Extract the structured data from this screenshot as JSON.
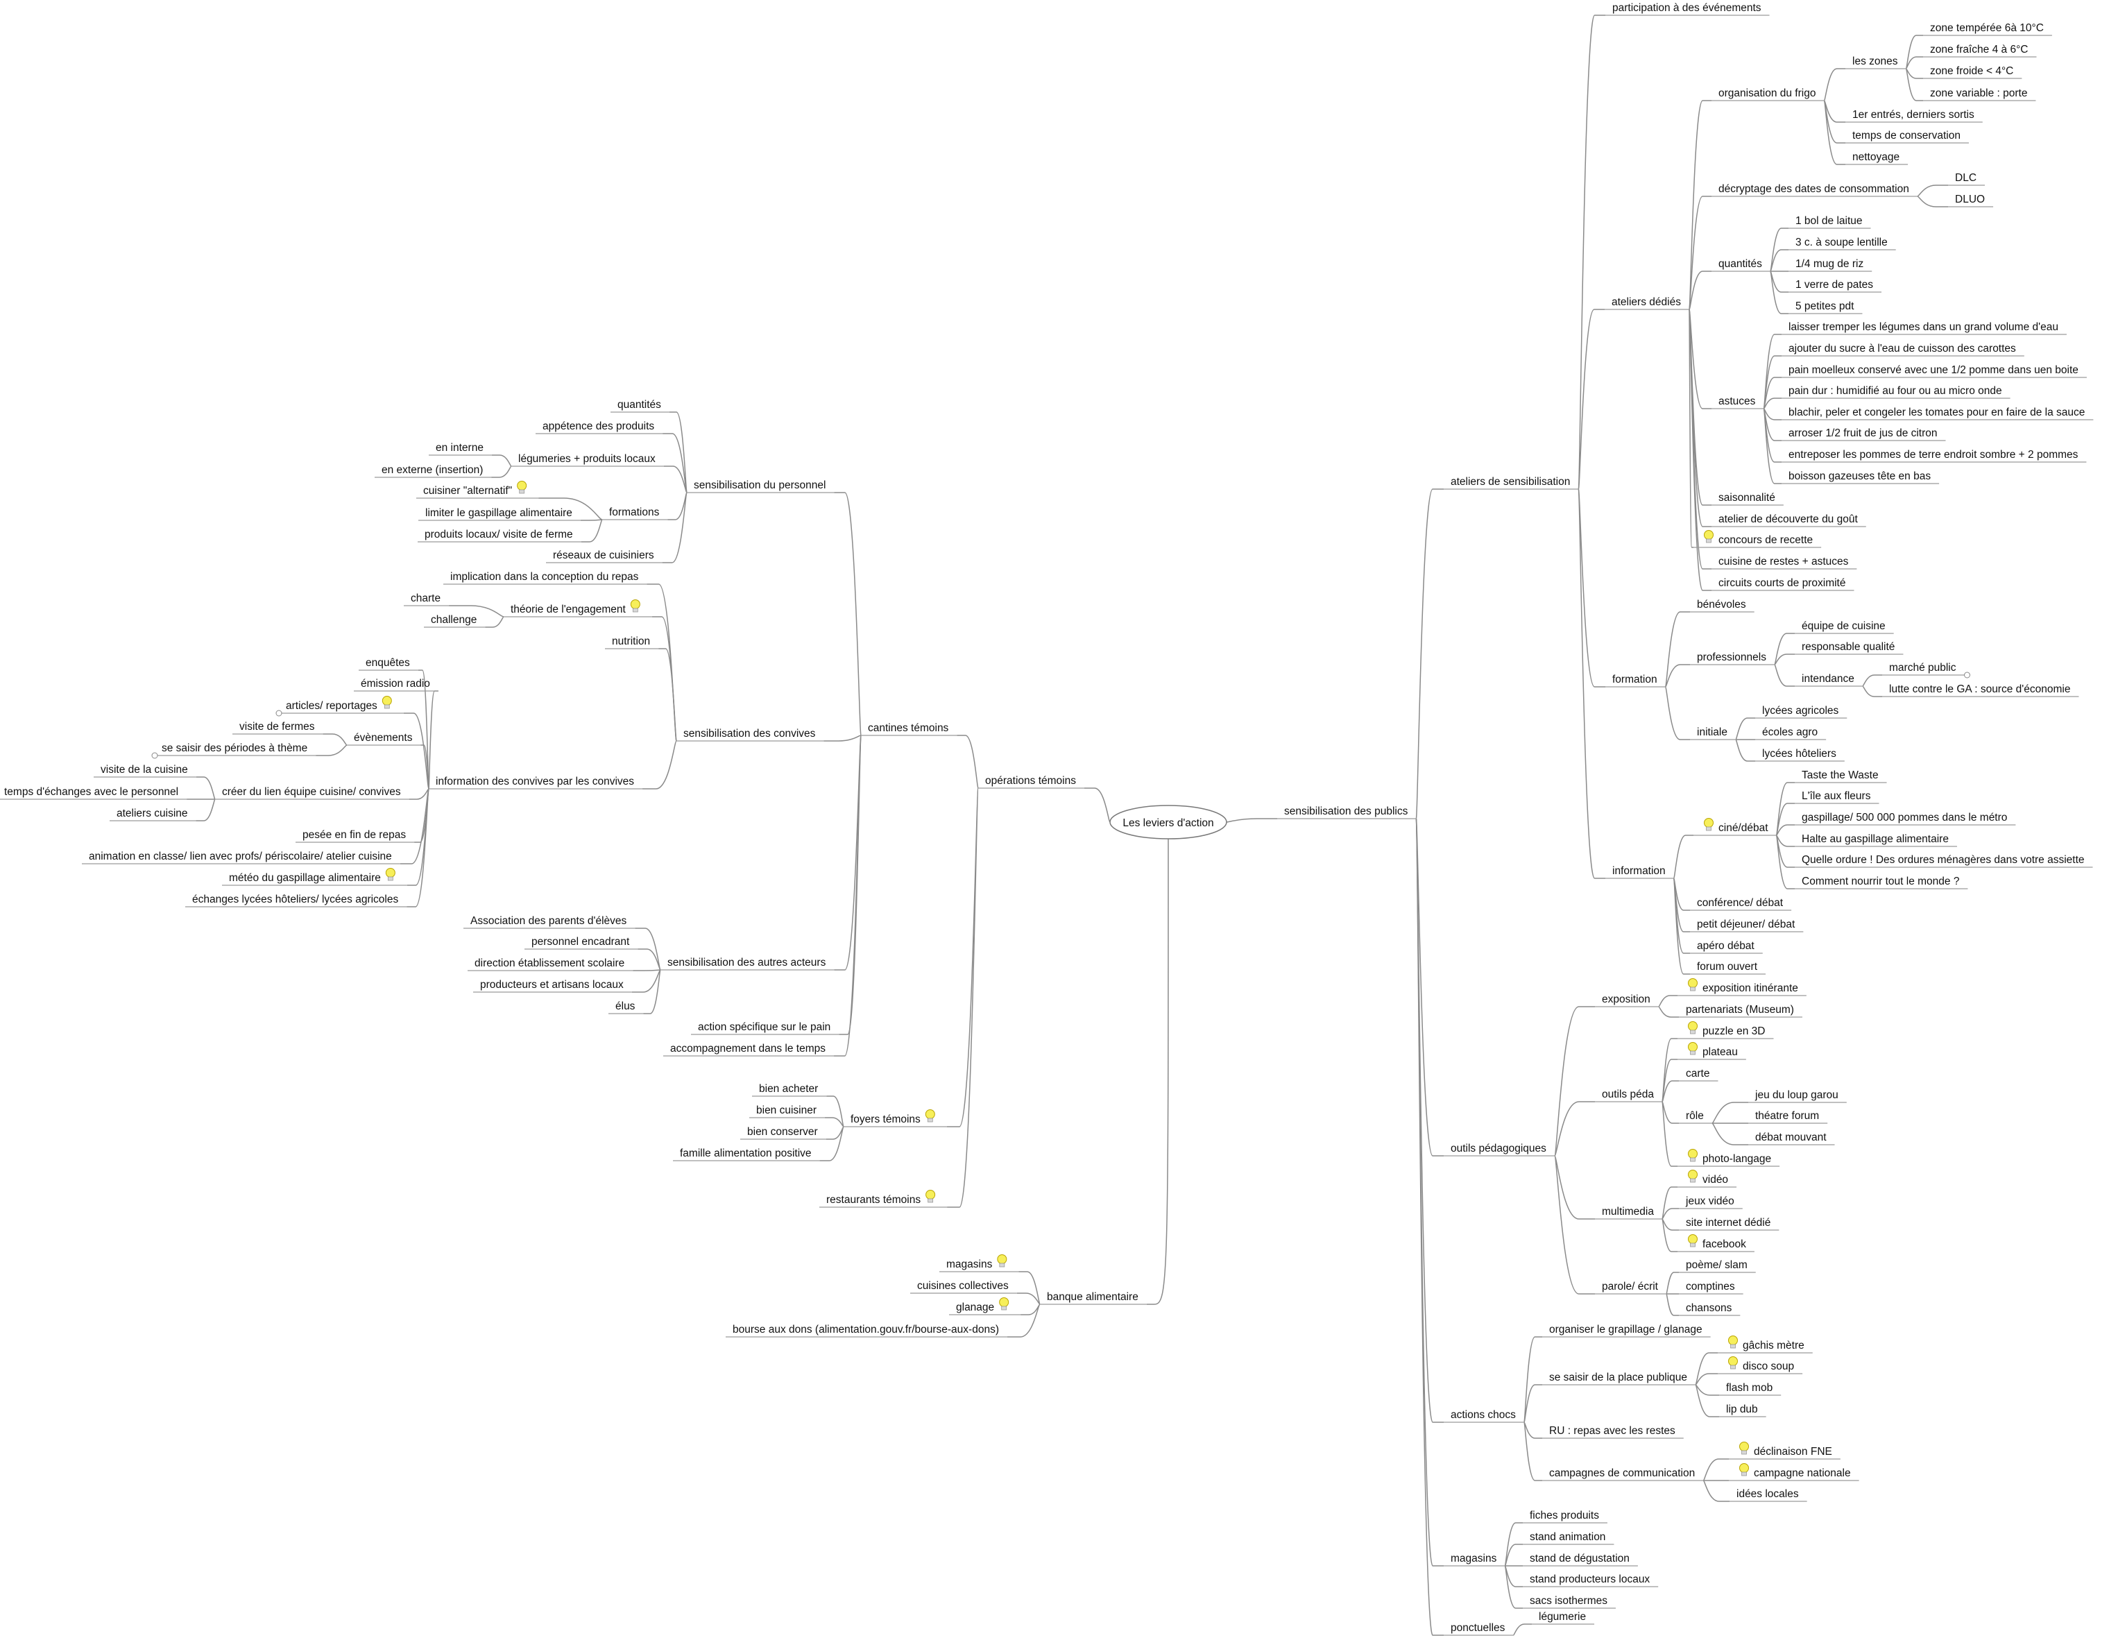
{
  "diagram": {
    "type": "mindmap",
    "root": "Les leviers d'action",
    "nodes": [
      {
        "id": "op",
        "label": "opérations témoins",
        "parent": "root"
      },
      {
        "id": "cant",
        "label": "cantines témoins",
        "parent": "op"
      },
      {
        "id": "sp",
        "label": "sensibilisation du personnel",
        "parent": "cant"
      },
      {
        "id": "sp1",
        "label": "quantités",
        "parent": "sp"
      },
      {
        "id": "sp2",
        "label": "appétence des produits",
        "parent": "sp"
      },
      {
        "id": "sp3",
        "label": "légumeries + produits locaux",
        "parent": "sp"
      },
      {
        "id": "sp3a",
        "label": "en interne",
        "parent": "sp3"
      },
      {
        "id": "sp3b",
        "label": "en externe (insertion)",
        "parent": "sp3"
      },
      {
        "id": "sp4",
        "label": "formations",
        "parent": "sp"
      },
      {
        "id": "sp4a",
        "label": "cuisiner \"alternatif\"",
        "parent": "sp4",
        "icon": "bulb"
      },
      {
        "id": "sp4b",
        "label": "limiter le gaspillage alimentaire",
        "parent": "sp4"
      },
      {
        "id": "sp4c",
        "label": "produits locaux/ visite de ferme",
        "parent": "sp4"
      },
      {
        "id": "sp5",
        "label": "réseaux de cuisiniers",
        "parent": "sp"
      },
      {
        "id": "sc",
        "label": "sensibilisation des convives",
        "parent": "cant"
      },
      {
        "id": "sc1",
        "label": "implication dans la conception du repas",
        "parent": "sc"
      },
      {
        "id": "sc2",
        "label": "théorie de l'engagement",
        "parent": "sc",
        "icon": "bulb"
      },
      {
        "id": "sc2a",
        "label": "charte",
        "parent": "sc2"
      },
      {
        "id": "sc2b",
        "label": "challenge",
        "parent": "sc2"
      },
      {
        "id": "sc3",
        "label": "nutrition",
        "parent": "sc"
      },
      {
        "id": "sc4",
        "label": "information des convives par les convives",
        "parent": "sc"
      },
      {
        "id": "sc4a",
        "label": "enquêtes",
        "parent": "sc4"
      },
      {
        "id": "sc4b",
        "label": "émission radio",
        "parent": "sc4"
      },
      {
        "id": "sc4c",
        "label": "articles/ reportages",
        "parent": "sc4",
        "icon": "bulb"
      },
      {
        "id": "sc4d",
        "label": "évènements",
        "parent": "sc4"
      },
      {
        "id": "sc4d1",
        "label": "visite de fermes",
        "parent": "sc4d"
      },
      {
        "id": "sc4d2",
        "label": "se saisir des périodes à thème",
        "parent": "sc4d"
      },
      {
        "id": "sc4e",
        "label": "créer du lien équipe cuisine/ convives",
        "parent": "sc4"
      },
      {
        "id": "sc4e1",
        "label": "visite de la cuisine",
        "parent": "sc4e"
      },
      {
        "id": "sc4e2",
        "label": "temps d'échanges avec le personnel",
        "parent": "sc4e"
      },
      {
        "id": "sc4e3",
        "label": "ateliers cuisine",
        "parent": "sc4e"
      },
      {
        "id": "sc4f",
        "label": "pesée en fin de repas",
        "parent": "sc4"
      },
      {
        "id": "sc4g",
        "label": "animation en classe/ lien avec profs/ périscolaire/ atelier cuisine",
        "parent": "sc4"
      },
      {
        "id": "sc4h",
        "label": "météo du gaspillage alimentaire",
        "parent": "sc4",
        "icon": "bulb"
      },
      {
        "id": "sc4i",
        "label": "échanges lycées hôteliers/ lycées agricoles",
        "parent": "sc4"
      },
      {
        "id": "sa",
        "label": "sensibilisation des autres acteurs",
        "parent": "cant"
      },
      {
        "id": "sa1",
        "label": "Association des parents d'élèves",
        "parent": "sa"
      },
      {
        "id": "sa2",
        "label": "personnel encadrant",
        "parent": "sa"
      },
      {
        "id": "sa3",
        "label": "direction établissement scolaire",
        "parent": "sa"
      },
      {
        "id": "sa4",
        "label": "producteurs  et artisans locaux",
        "parent": "sa"
      },
      {
        "id": "sa5",
        "label": "élus",
        "parent": "sa"
      },
      {
        "id": "cant5",
        "label": "action spécifique sur le pain",
        "parent": "cant"
      },
      {
        "id": "cant6",
        "label": "accompagnement dans le temps",
        "parent": "cant"
      },
      {
        "id": "foy",
        "label": "foyers témoins",
        "parent": "op",
        "icon": "bulb"
      },
      {
        "id": "foy1",
        "label": "bien acheter",
        "parent": "foy"
      },
      {
        "id": "foy2",
        "label": "bien cuisiner",
        "parent": "foy"
      },
      {
        "id": "foy3",
        "label": "bien conserver",
        "parent": "foy"
      },
      {
        "id": "foy4",
        "label": "famille alimentation positive",
        "parent": "foy"
      },
      {
        "id": "rest",
        "label": "restaurants témoins",
        "parent": "op",
        "icon": "bulb"
      },
      {
        "id": "ba",
        "label": "banque alimentaire",
        "parent": "root"
      },
      {
        "id": "ba1",
        "label": "magasins",
        "parent": "ba",
        "icon": "bulb"
      },
      {
        "id": "ba2",
        "label": "cuisines collectives",
        "parent": "ba"
      },
      {
        "id": "ba3",
        "label": "glanage",
        "parent": "ba",
        "icon": "bulb"
      },
      {
        "id": "ba4",
        "label": "bourse aux dons (alimentation.gouv.fr/bourse-aux-dons)",
        "parent": "ba"
      },
      {
        "id": "sens",
        "label": "sensibilisation des publics",
        "parent": "root"
      },
      {
        "id": "at",
        "label": "ateliers de sensibilisation",
        "parent": "sens"
      },
      {
        "id": "at1",
        "label": "participation à des événements",
        "parent": "at"
      },
      {
        "id": "ad",
        "label": "ateliers dédiés",
        "parent": "at"
      },
      {
        "id": "of",
        "label": "organisation du frigo",
        "parent": "ad"
      },
      {
        "id": "lz",
        "label": "les zones",
        "parent": "of"
      },
      {
        "id": "lz1",
        "label": "zone tempérée 6à 10°C",
        "parent": "lz"
      },
      {
        "id": "lz2",
        "label": "zone fraîche 4 à 6°C",
        "parent": "lz"
      },
      {
        "id": "lz3",
        "label": "zone froide < 4°C",
        "parent": "lz"
      },
      {
        "id": "lz4",
        "label": "zone variable : porte",
        "parent": "lz"
      },
      {
        "id": "of2",
        "label": "1er entrés, derniers sortis",
        "parent": "of"
      },
      {
        "id": "of3",
        "label": "temps de conservation",
        "parent": "of"
      },
      {
        "id": "of4",
        "label": "nettoyage",
        "parent": "of"
      },
      {
        "id": "dd",
        "label": "décryptage des dates de consommation",
        "parent": "ad"
      },
      {
        "id": "dd1",
        "label": "DLC",
        "parent": "dd"
      },
      {
        "id": "dd2",
        "label": "DLUO",
        "parent": "dd"
      },
      {
        "id": "qt",
        "label": "quantités",
        "parent": "ad"
      },
      {
        "id": "qt1",
        "label": "1 bol de laitue",
        "parent": "qt"
      },
      {
        "id": "qt2",
        "label": "3 c. à soupe lentille",
        "parent": "qt"
      },
      {
        "id": "qt3",
        "label": "1/4 mug de riz",
        "parent": "qt"
      },
      {
        "id": "qt4",
        "label": "1 verre de pates",
        "parent": "qt"
      },
      {
        "id": "qt5",
        "label": "5 petites pdt",
        "parent": "qt"
      },
      {
        "id": "as",
        "label": "astuces",
        "parent": "ad"
      },
      {
        "id": "as1",
        "label": "laisser tremper les légumes dans un grand volume d'eau",
        "parent": "as"
      },
      {
        "id": "as2",
        "label": "ajouter du sucre à l'eau de cuisson des carottes",
        "parent": "as"
      },
      {
        "id": "as3",
        "label": "pain moelleux conservé avec une 1/2 pomme dans uen boite",
        "parent": "as"
      },
      {
        "id": "as4",
        "label": "pain dur : humidifié au four ou au micro onde",
        "parent": "as"
      },
      {
        "id": "as5",
        "label": "blachir, peler et congeler les tomates pour en faire de la sauce",
        "parent": "as"
      },
      {
        "id": "as6",
        "label": "arroser 1/2 fruit de jus de citron",
        "parent": "as"
      },
      {
        "id": "as7",
        "label": "entreposer les pommes de terre endroit sombre + 2 pommes",
        "parent": "as"
      },
      {
        "id": "as8",
        "label": "boisson gazeuses tête en bas",
        "parent": "as"
      },
      {
        "id": "ad5",
        "label": "saisonnalité",
        "parent": "ad"
      },
      {
        "id": "ad6",
        "label": "atelier de découverte du goût",
        "parent": "ad"
      },
      {
        "id": "ad7",
        "label": "concours de recette",
        "parent": "ad",
        "icon": "bulb"
      },
      {
        "id": "ad8",
        "label": "cuisine de restes + astuces",
        "parent": "ad"
      },
      {
        "id": "ad9",
        "label": "circuits courts de proximité",
        "parent": "ad"
      },
      {
        "id": "fo",
        "label": "formation",
        "parent": "at"
      },
      {
        "id": "fo1",
        "label": "bénévoles",
        "parent": "fo"
      },
      {
        "id": "fp",
        "label": "professionnels",
        "parent": "fo"
      },
      {
        "id": "fp1",
        "label": "équipe de cuisine",
        "parent": "fp"
      },
      {
        "id": "fp2",
        "label": "responsable qualité",
        "parent": "fp"
      },
      {
        "id": "fp3",
        "label": "intendance",
        "parent": "fp"
      },
      {
        "id": "fp3a",
        "label": "marché public",
        "parent": "fp3"
      },
      {
        "id": "fp3b",
        "label": "lutte contre le GA : source d'économie",
        "parent": "fp3"
      },
      {
        "id": "fi",
        "label": "initiale",
        "parent": "fo"
      },
      {
        "id": "fi1",
        "label": "lycées agricoles",
        "parent": "fi"
      },
      {
        "id": "fi2",
        "label": "écoles agro",
        "parent": "fi"
      },
      {
        "id": "fi3",
        "label": "lycées hôteliers",
        "parent": "fi"
      },
      {
        "id": "in",
        "label": "information",
        "parent": "at"
      },
      {
        "id": "cd",
        "label": "ciné/débat",
        "parent": "in",
        "icon": "bulb"
      },
      {
        "id": "cd1",
        "label": "Taste the Waste",
        "parent": "cd"
      },
      {
        "id": "cd2",
        "label": "L'île aux fleurs",
        "parent": "cd"
      },
      {
        "id": "cd3",
        "label": "gaspillage/ 500 000 pommes dans le métro",
        "parent": "cd"
      },
      {
        "id": "cd4",
        "label": "Halte au gaspillage alimentaire",
        "parent": "cd"
      },
      {
        "id": "cd5",
        "label": "Quelle ordure ! Des ordures ménagères dans votre assiette",
        "parent": "cd"
      },
      {
        "id": "cd6",
        "label": "Comment nourrir tout le monde ?",
        "parent": "cd"
      },
      {
        "id": "in2",
        "label": "conférence/ débat",
        "parent": "in"
      },
      {
        "id": "in3",
        "label": "petit déjeuner/ débat",
        "parent": "in"
      },
      {
        "id": "in4",
        "label": "apéro débat",
        "parent": "in"
      },
      {
        "id": "in5",
        "label": "forum ouvert",
        "parent": "in"
      },
      {
        "id": "op2",
        "label": "outils pédagogiques",
        "parent": "sens"
      },
      {
        "id": "ex",
        "label": "exposition",
        "parent": "op2"
      },
      {
        "id": "ex1",
        "label": "exposition itinérante",
        "parent": "ex",
        "icon": "bulb"
      },
      {
        "id": "ex2",
        "label": "partenariats (Museum)",
        "parent": "ex"
      },
      {
        "id": "ope",
        "label": "outils péda",
        "parent": "op2"
      },
      {
        "id": "ope1",
        "label": "puzzle en 3D",
        "parent": "ope",
        "icon": "bulb"
      },
      {
        "id": "ope2",
        "label": "plateau",
        "parent": "ope",
        "icon": "bulb"
      },
      {
        "id": "ope3",
        "label": "carte",
        "parent": "ope"
      },
      {
        "id": "ro",
        "label": "rôle",
        "parent": "ope"
      },
      {
        "id": "ro1",
        "label": "jeu du loup garou",
        "parent": "ro"
      },
      {
        "id": "ro2",
        "label": "théatre forum",
        "parent": "ro"
      },
      {
        "id": "ro3",
        "label": "débat mouvant",
        "parent": "ro"
      },
      {
        "id": "ope5",
        "label": "photo-langage",
        "parent": "ope",
        "icon": "bulb"
      },
      {
        "id": "mm",
        "label": "multimedia",
        "parent": "op2"
      },
      {
        "id": "mm1",
        "label": "vidéo",
        "parent": "mm",
        "icon": "bulb"
      },
      {
        "id": "mm2",
        "label": "jeux vidéo",
        "parent": "mm"
      },
      {
        "id": "mm3",
        "label": "site internet dédié",
        "parent": "mm"
      },
      {
        "id": "mm4",
        "label": "facebook",
        "parent": "mm",
        "icon": "bulb"
      },
      {
        "id": "pe",
        "label": "parole/ écrit",
        "parent": "op2"
      },
      {
        "id": "pe1",
        "label": "poème/ slam",
        "parent": "pe"
      },
      {
        "id": "pe2",
        "label": "comptines",
        "parent": "pe"
      },
      {
        "id": "pe3",
        "label": "chansons",
        "parent": "pe"
      },
      {
        "id": "ac",
        "label": "actions chocs",
        "parent": "sens"
      },
      {
        "id": "ac1",
        "label": "organiser le grapillage / glanage",
        "parent": "ac"
      },
      {
        "id": "sq",
        "label": "se saisir de la place publique",
        "parent": "ac"
      },
      {
        "id": "sq1",
        "label": "gâchis mètre",
        "parent": "sq",
        "icon": "bulb"
      },
      {
        "id": "sq2",
        "label": "disco soup",
        "parent": "sq",
        "icon": "bulb"
      },
      {
        "id": "sq3",
        "label": "flash mob",
        "parent": "sq"
      },
      {
        "id": "sq4",
        "label": "lip dub",
        "parent": "sq"
      },
      {
        "id": "ac3",
        "label": "RU : repas avec les restes",
        "parent": "ac"
      },
      {
        "id": "cc",
        "label": "campagnes de communication",
        "parent": "ac"
      },
      {
        "id": "cc1",
        "label": "déclinaison FNE",
        "parent": "cc",
        "icon": "bulb"
      },
      {
        "id": "cc2",
        "label": "campagne nationale",
        "parent": "cc",
        "icon": "bulb"
      },
      {
        "id": "cc3",
        "label": "idées locales",
        "parent": "cc"
      },
      {
        "id": "mg",
        "label": "magasins",
        "parent": "sens"
      },
      {
        "id": "mg1",
        "label": "fiches produits",
        "parent": "mg"
      },
      {
        "id": "mg2",
        "label": "stand animation",
        "parent": "mg"
      },
      {
        "id": "mg3",
        "label": "stand de dégustation",
        "parent": "mg"
      },
      {
        "id": "mg4",
        "label": "stand producteurs locaux",
        "parent": "mg"
      },
      {
        "id": "mg5",
        "label": "sacs isothermes",
        "parent": "mg"
      },
      {
        "id": "pc",
        "label": "ponctuelles",
        "parent": "sens"
      },
      {
        "id": "pc1",
        "label": "légumerie",
        "parent": "pc"
      }
    ]
  }
}
